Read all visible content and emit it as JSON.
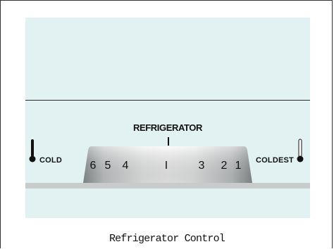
{
  "control": {
    "title": "REFRIGERATOR",
    "left_label": "COLD",
    "right_label": "COLDEST",
    "dial_numbers": [
      "6",
      "5",
      "4",
      "I",
      "3",
      "2",
      "1"
    ]
  },
  "caption": "Refrigerator Control",
  "colors": {
    "panel_background": "#e2f2f2",
    "knob_highlight": "#f6f6f6",
    "knob_shadow": "#8e9293",
    "strip": "#c8cbcc"
  },
  "icons": [
    "thermometer-cold-icon",
    "thermometer-coldest-icon"
  ]
}
